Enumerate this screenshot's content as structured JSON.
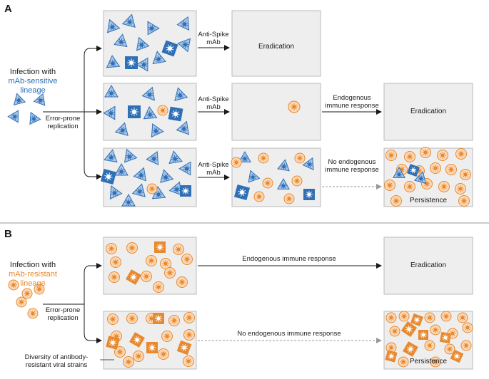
{
  "panels": {
    "a": {
      "letter": "A",
      "intro_line1": "Infection with",
      "intro_line2": "mAb-sensitive",
      "intro_line3": "lineage",
      "replication_line1": "Error-prone",
      "replication_line2": "replication",
      "row1_arrow_line1": "Anti-Spike",
      "row1_arrow_line2": "mAb",
      "row1_result": "Eradication",
      "row2_arrow_line1": "Anti-Spike",
      "row2_arrow_line2": "mAb",
      "row2_immune_line1": "Endogenous",
      "row2_immune_line2": "immune response",
      "row2_result": "Eradication",
      "row3_arrow_line1": "Anti-Spike",
      "row3_arrow_line2": "mAb",
      "row3_immune_line1": "No endogenous",
      "row3_immune_line2": "immune response",
      "row3_result": "Persistence"
    },
    "b": {
      "letter": "B",
      "intro_line1": "Infection with",
      "intro_line2": "mAb-resistant",
      "intro_line3": "lineage",
      "replication_line1": "Error-prone",
      "replication_line2": "replication",
      "row1_immune": "Endogenous immune response",
      "row1_result": "Eradication",
      "row2_immune": "No endogenous immune response",
      "row2_result": "Persistence",
      "diversity_line1": "Diversity of antibody-",
      "diversity_line2": "resistant viral strains"
    }
  },
  "colors": {
    "sensitive_blue": "#2e6fb5",
    "resistant_orange": "#e8892e",
    "box_fill": "#eeeeee",
    "divider": "#999999"
  }
}
